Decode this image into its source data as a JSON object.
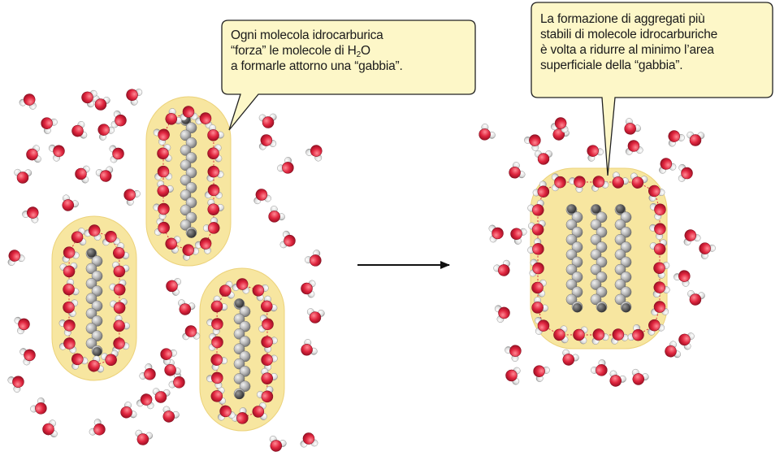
{
  "callouts": {
    "left": {
      "line1": "Ogni molecola idrocarburica",
      "line2": "“forza” le molecole di H",
      "line2_sub": "2",
      "line2_tail": "O",
      "line3": "a formarle attorno una “gabbia”."
    },
    "right": {
      "line1": "La formazione di aggregati più",
      "line2": "stabili di molecole idrocarburiche",
      "line3": "è volta a ridurre al minimo l’area",
      "line4": "superficiale della “gabbia”."
    }
  },
  "colors": {
    "cage_fill": "#f7e6a0",
    "cage_stroke": "#ecd27a",
    "callout_fill": "#fdf7c8",
    "callout_stroke": "#222222",
    "oxygen": "#d9233a",
    "hydrogen": "#e2e2e2",
    "carbon": "#a9a9a9",
    "hbond": "#d9233a",
    "arrow": "#111111"
  },
  "icons": {
    "water": "water-molecule-icon",
    "hydrocarbon": "hydrocarbon-chain-icon",
    "arrow": "right-arrow-icon"
  }
}
